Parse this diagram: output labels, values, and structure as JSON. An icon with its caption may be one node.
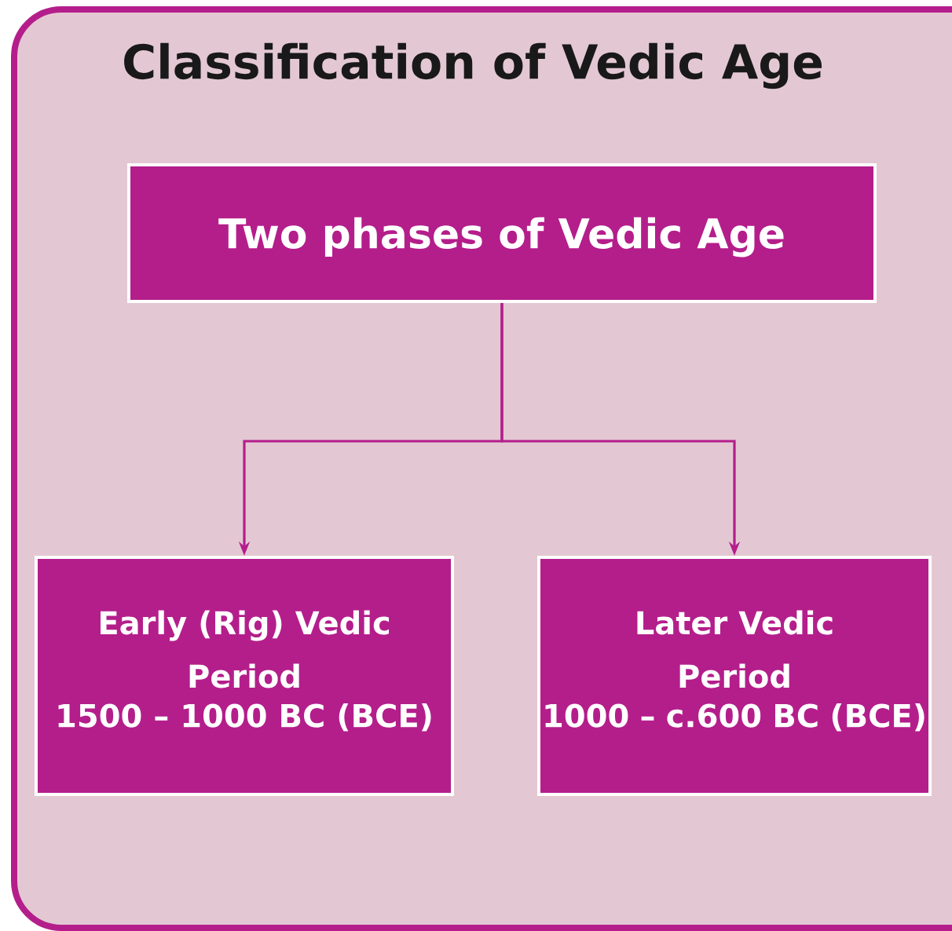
{
  "diagram": {
    "title": "Classification of Vedic Age",
    "nodes": [
      {
        "text": [
          "Two phases of Vedic Age"
        ]
      },
      {
        "text": [
          "Early (Rig) Vedic Period",
          "1500 – 1000 BC (BCE)"
        ]
      },
      {
        "text": [
          "Later Vedic Period",
          "1000 – c.600 BC (BCE)"
        ]
      }
    ],
    "edges": [
      {
        "from": 0,
        "to": 1,
        "arrow": "to"
      },
      {
        "from": 0,
        "to": 2,
        "arrow": "to"
      }
    ]
  }
}
